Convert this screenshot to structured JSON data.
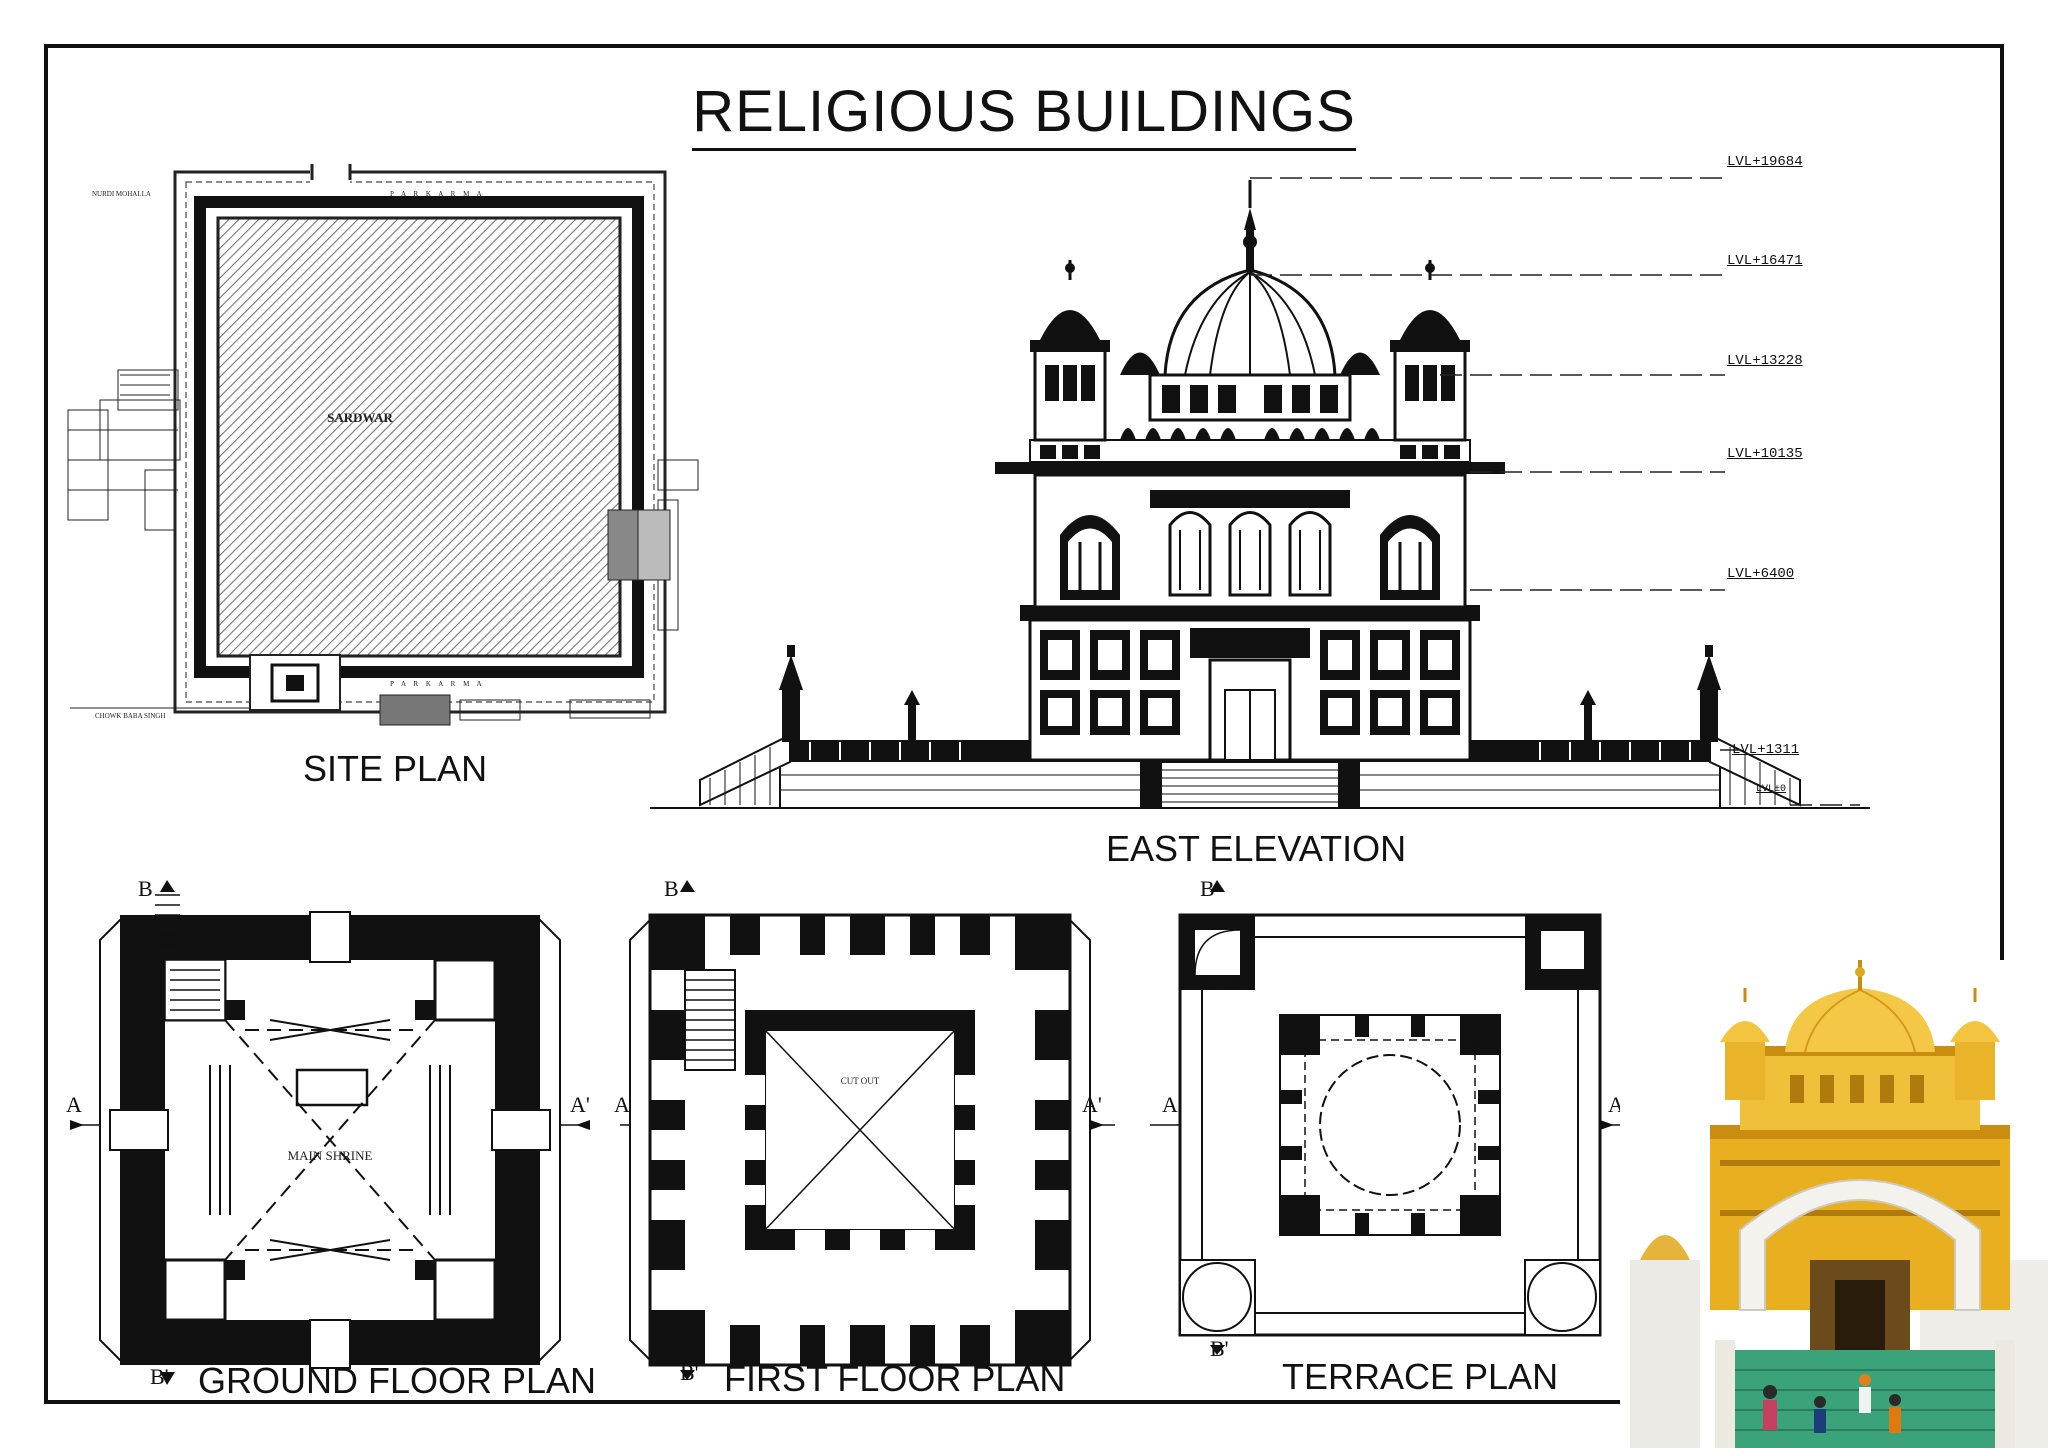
{
  "title": "RELIGIOUS BUILDINGS",
  "drawings": {
    "site_plan": {
      "label": "SITE PLAN",
      "center_text": "SARDWAR",
      "notes": {
        "nw": "NURDI MOHALLA",
        "sw": "CHOWK BABA SINGH",
        "edge": "P A R K A R M A"
      }
    },
    "east_elevation": {
      "label": "EAST ELEVATION",
      "levels": [
        "LVL+19684",
        "LVL+16471",
        "LVL+13228",
        "LVL+10135",
        "LVL+6400",
        "LVL+1311",
        "LVL±0"
      ]
    },
    "ground_floor_plan": {
      "label": "GROUND FLOOR PLAN",
      "center_text": "MAIN SHRINE"
    },
    "first_floor_plan": {
      "label": "FIRST FLOOR PLAN",
      "center_text": "CUT OUT"
    },
    "terrace_plan": {
      "label": "TERRACE PLAN"
    }
  },
  "section_marks": {
    "a": "A",
    "a_prime": "A'",
    "b": "B",
    "b_prime": "B'"
  },
  "photo": {
    "subject": "golden-temple-photo"
  },
  "colors": {
    "ink": "#111111",
    "gold": "#e8b020",
    "sky": "#ffffff",
    "steps": "#3aa37a"
  }
}
